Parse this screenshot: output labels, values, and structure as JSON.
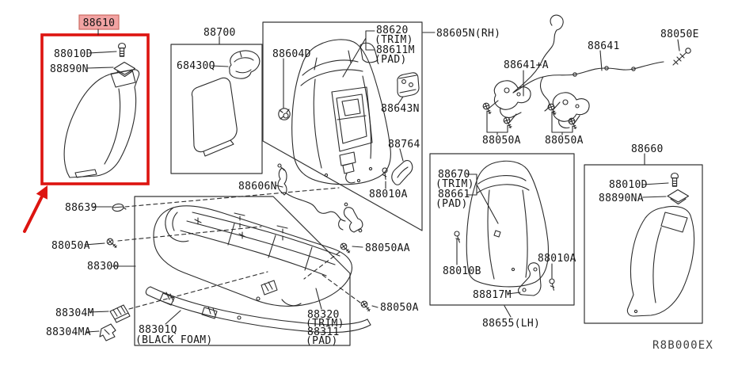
{
  "diagram": {
    "code": "R8B000EX",
    "type": "rear-seat parts diagram",
    "colors": {
      "highlight_fill": "#f2a3a3",
      "highlight_border": "#cc6b62",
      "selection_red": "#dd1410",
      "line": "#2b2b2b"
    }
  },
  "parts": {
    "p88610": "88610",
    "p88010D_left": "88010D",
    "p88890N": "88890N",
    "p88700": "88700",
    "p68430Q": "68430Q",
    "p88604D": "88604D",
    "p88620": "88620",
    "p88620_sub": "(TRIM)",
    "p88611M": "88611M",
    "p88611M_sub": "(PAD)",
    "p88605N": "88605N(RH)",
    "p88643N": "88643N",
    "p88764": "88764",
    "p88010A_1": "88010A",
    "p88606N": "88606N",
    "p88639": "88639",
    "p88050A_left": "88050A",
    "p88300": "88300",
    "p88304M": "88304M",
    "p88304MA": "88304MA",
    "p88301Q": "88301Q",
    "p88301Q_sub": "(BLACK FOAM)",
    "p88320": "88320",
    "p88320_sub": "(TRIM)",
    "p88311": "88311",
    "p88311_sub": "(PAD)",
    "p88050AA": "88050AA",
    "p88050A_mid": "88050A",
    "p88670": "88670",
    "p88670_sub": "(TRIM)",
    "p88661": "88661",
    "p88661_sub": "(PAD)",
    "p88010B": "88010B",
    "p88817M": "88817M",
    "p88010A_2": "88010A",
    "p88655": "88655(LH)",
    "p88641A": "88641+A",
    "p88641": "88641",
    "p88050E": "88050E",
    "p88050A_r1": "88050A",
    "p88050A_r2": "88050A",
    "p88660": "88660",
    "p88010D_right": "88010D",
    "p88890NA": "88890NA"
  }
}
